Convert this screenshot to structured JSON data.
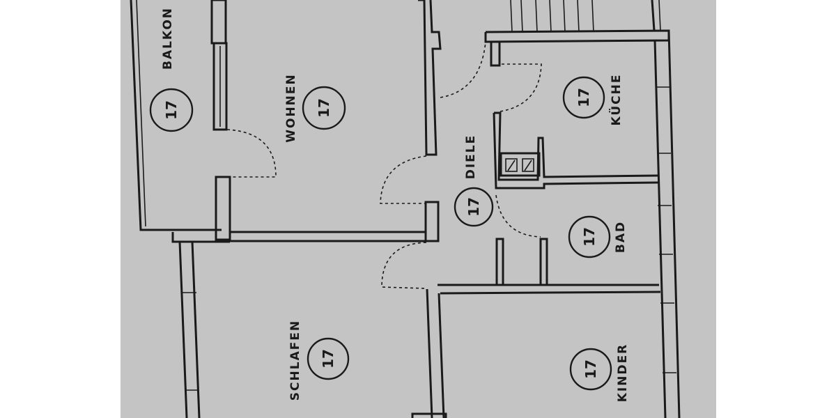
{
  "rooms": {
    "balkon": {
      "label": "BALKON",
      "number": "17"
    },
    "wohnen": {
      "label": "WOHNEN",
      "number": "17"
    },
    "diele": {
      "label": "DIELE",
      "number": "17"
    },
    "kueche": {
      "label": "KÜCHE",
      "number": "17"
    },
    "bad": {
      "label": "BAD",
      "number": "17"
    },
    "schlafen": {
      "label": "SCHLAFEN",
      "number": "17"
    },
    "kinder": {
      "label": "KINDER",
      "number": "17"
    }
  },
  "colors": {
    "background": "#c4c4c4",
    "ink": "#1a1a1a",
    "margin": "#ffffff"
  }
}
